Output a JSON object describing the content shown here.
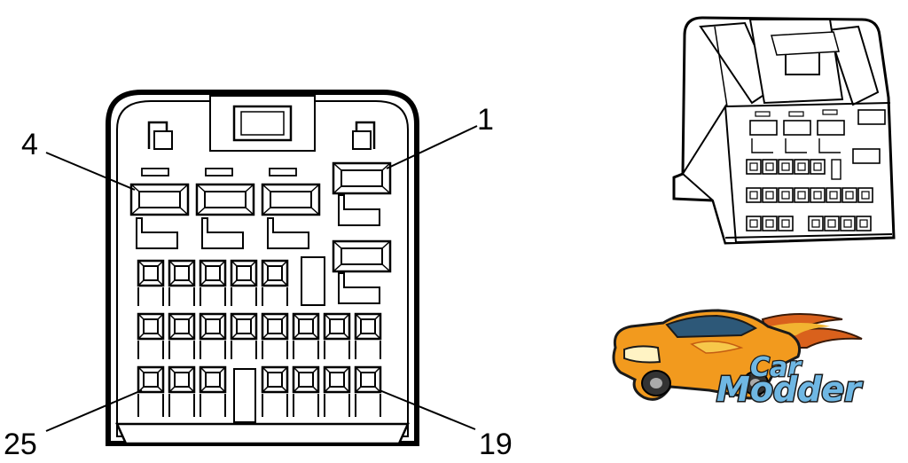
{
  "diagram": {
    "pin_labels": {
      "top_left": "4",
      "top_right": "1",
      "bottom_left": "25",
      "bottom_right": "19"
    },
    "logo": {
      "line1": "Car",
      "line2": "Modder",
      "colors": {
        "car_body": "#f29a1e",
        "text_fill": "#6fb7e3",
        "outline": "#1a1a1a"
      }
    }
  }
}
